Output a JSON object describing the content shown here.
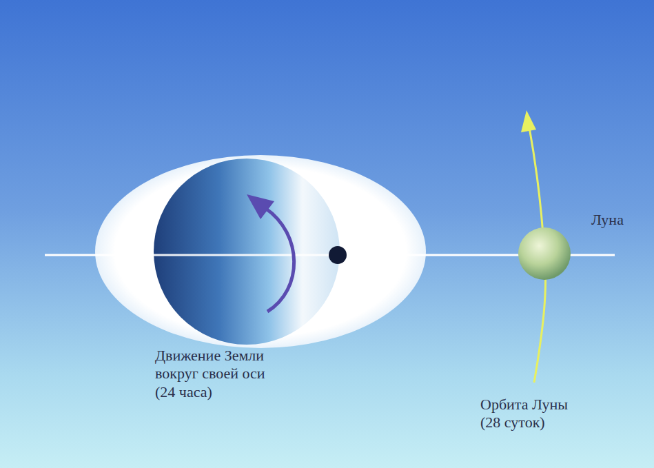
{
  "diagram": {
    "labels": [
      "Луна",
      "Движение Земли вокруг своей оси (24 часа)",
      "Орбита Луны (28 суток)"
    ]
  }
}
